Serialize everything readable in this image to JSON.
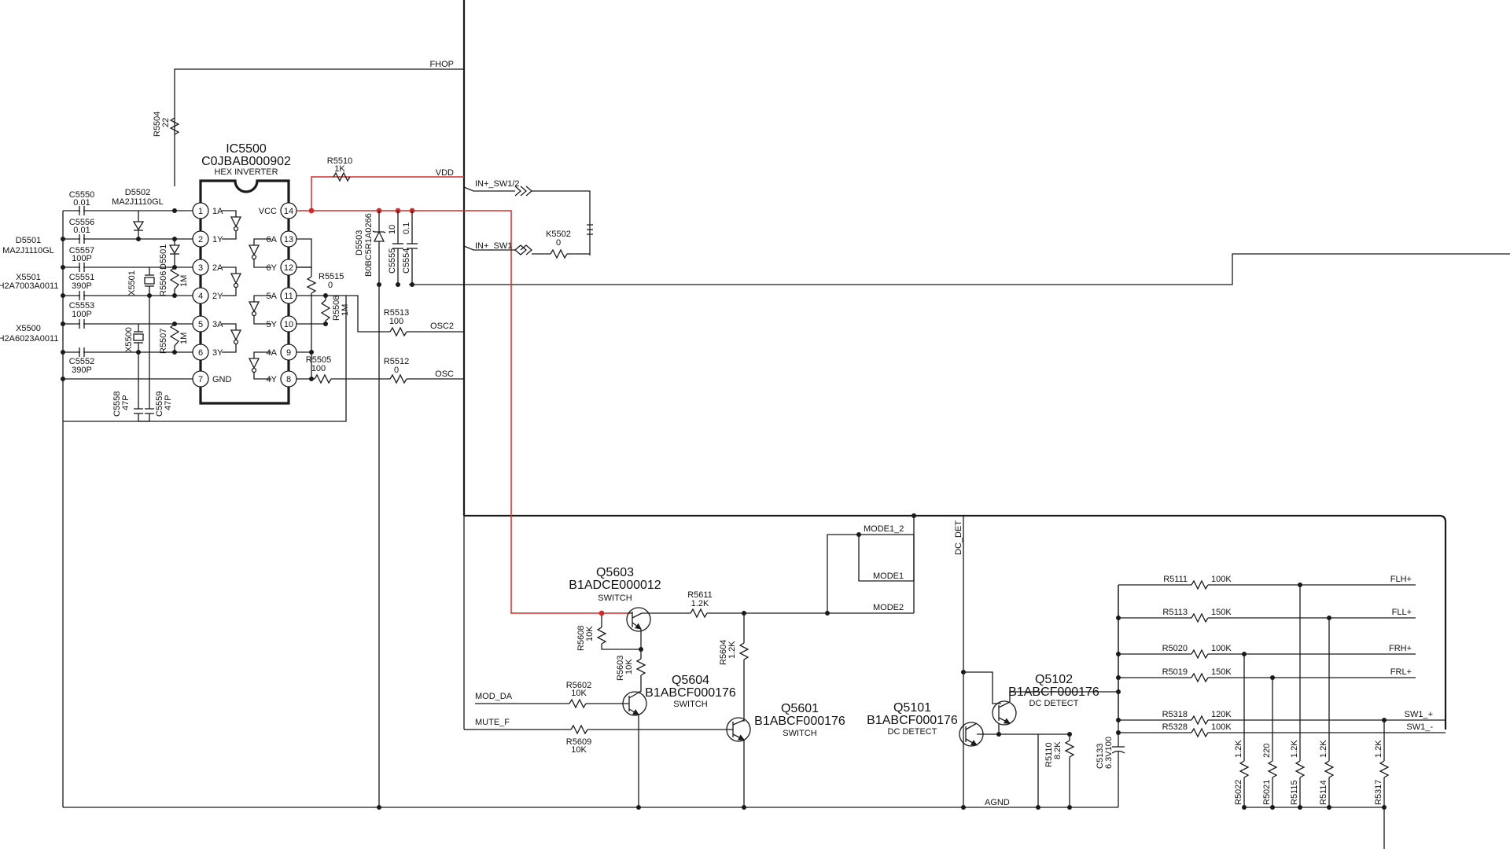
{
  "ic": {
    "ref": "IC5500",
    "part": "C0JBAB000902",
    "desc": "HEX INVERTER",
    "pins_left": [
      {
        "num": "1",
        "name": "1A"
      },
      {
        "num": "2",
        "name": "1Y"
      },
      {
        "num": "3",
        "name": "2A"
      },
      {
        "num": "4",
        "name": "2Y"
      },
      {
        "num": "5",
        "name": "3A"
      },
      {
        "num": "6",
        "name": "3Y"
      },
      {
        "num": "7",
        "name": "GND"
      }
    ],
    "pins_right": [
      {
        "num": "14",
        "name": "VCC"
      },
      {
        "num": "13",
        "name": "6A"
      },
      {
        "num": "12",
        "name": "6Y"
      },
      {
        "num": "11",
        "name": "5A"
      },
      {
        "num": "10",
        "name": "5Y"
      },
      {
        "num": "9",
        "name": "4A"
      },
      {
        "num": "8",
        "name": "4Y"
      }
    ]
  },
  "nets": {
    "fhop": "FHOP",
    "vdd": "VDD",
    "in_sw12": "IN+_SW1/2",
    "in_sw1": "IN+_SW1",
    "osc2": "OSC2",
    "osc": "OSC",
    "mode1_2": "MODE1_2",
    "mode1": "MODE1",
    "mode2": "MODE2",
    "dc_det": "DC_DET",
    "mod_da": "MOD_DA",
    "mute_f": "MUTE_F",
    "agnd": "AGND",
    "flh": "FLH+",
    "fll": "FLL+",
    "frh": "FRH+",
    "frl": "FRL+",
    "sw1p": "SW1_+",
    "sw1m": "SW1_-"
  },
  "left_parts": {
    "c5550": {
      "ref": "C5550",
      "val": "0.01"
    },
    "c5556": {
      "ref": "C5556",
      "val": "0.01"
    },
    "c5557": {
      "ref": "C5557",
      "val": "100P"
    },
    "c5551": {
      "ref": "C5551",
      "val": "390P"
    },
    "c5553": {
      "ref": "C5553",
      "val": "100P"
    },
    "c5552": {
      "ref": "C5552",
      "val": "390P"
    },
    "c5558": {
      "ref": "C5558",
      "val": "47P"
    },
    "c5559": {
      "ref": "C5559",
      "val": "47P"
    },
    "d5502": {
      "ref": "D5502",
      "val": "MA2J1110GL"
    },
    "d5501": {
      "ref": "D5501",
      "val": "MA2J1110GL"
    },
    "d5501b": {
      "ref": "D5501"
    },
    "x5501": {
      "ref": "X5501",
      "val": "H2A7003A0011"
    },
    "x5500": {
      "ref": "X5500",
      "val": "H2A6023A0011"
    },
    "x5501v": {
      "ref": "X5501"
    },
    "x5500v": {
      "ref": "X5500"
    },
    "r5504": {
      "ref": "R5504",
      "val": "22"
    },
    "r5506": {
      "ref": "R5506",
      "val": "1M"
    },
    "r5507": {
      "ref": "R5507",
      "val": "1M"
    }
  },
  "right_parts": {
    "r5510": {
      "ref": "R5510",
      "val": "1K"
    },
    "r5515": {
      "ref": "R5515",
      "val": "0"
    },
    "r5508": {
      "ref": "R5508",
      "val": "1M"
    },
    "r5505": {
      "ref": "R5505",
      "val": "100"
    },
    "r5513": {
      "ref": "R5513",
      "val": "100"
    },
    "r5512": {
      "ref": "R5512",
      "val": "0"
    },
    "d5503": {
      "ref": "D5503",
      "val": "B0BC5R1A0266"
    },
    "c5555": {
      "ref": "C5555",
      "val": "10"
    },
    "c5554": {
      "ref": "C5554",
      "val": "0.1"
    },
    "k5502": {
      "ref": "K5502",
      "val": "0"
    }
  },
  "transistors": {
    "q5603": {
      "ref": "Q5603",
      "part": "B1ADCE000012",
      "func": "SWITCH"
    },
    "q5604": {
      "ref": "Q5604",
      "part": "B1ABCF000176",
      "func": "SWITCH"
    },
    "q5601": {
      "ref": "Q5601",
      "part": "B1ABCF000176",
      "func": "SWITCH"
    },
    "q5101": {
      "ref": "Q5101",
      "part": "B1ABCF000176",
      "func": "DC DETECT"
    },
    "q5102": {
      "ref": "Q5102",
      "part": "B1ABCF000176",
      "func": "DC DETECT"
    }
  },
  "lower_parts": {
    "r5611": {
      "ref": "R5611",
      "val": "1.2K"
    },
    "r5608": {
      "ref": "R5608",
      "val": "10K"
    },
    "r5603": {
      "ref": "R5603",
      "val": "10K"
    },
    "r5602": {
      "ref": "R5602",
      "val": "10K"
    },
    "r5609": {
      "ref": "R5609",
      "val": "10K"
    },
    "r5604": {
      "ref": "R5604",
      "val": "1.2K"
    },
    "r5110": {
      "ref": "R5110",
      "val": "8.2K"
    },
    "c5133": {
      "ref": "C5133",
      "val": "6.3V100"
    }
  },
  "right_bank": {
    "r5111": {
      "ref": "R5111",
      "val": "100K"
    },
    "r5113": {
      "ref": "R5113",
      "val": "150K"
    },
    "r5020": {
      "ref": "R5020",
      "val": "100K"
    },
    "r5019": {
      "ref": "R5019",
      "val": "150K"
    },
    "r5318": {
      "ref": "R5318",
      "val": "120K"
    },
    "r5328": {
      "ref": "R5328",
      "val": "100K"
    },
    "r5022": {
      "ref": "R5022",
      "val": "1.2K"
    },
    "r5021": {
      "ref": "R5021",
      "val": "220"
    },
    "r5115": {
      "ref": "R5115",
      "val": "1.2K"
    },
    "r5114": {
      "ref": "R5114",
      "val": "1.2K"
    },
    "r5317": {
      "ref": "R5317",
      "val": "1.2K"
    }
  }
}
